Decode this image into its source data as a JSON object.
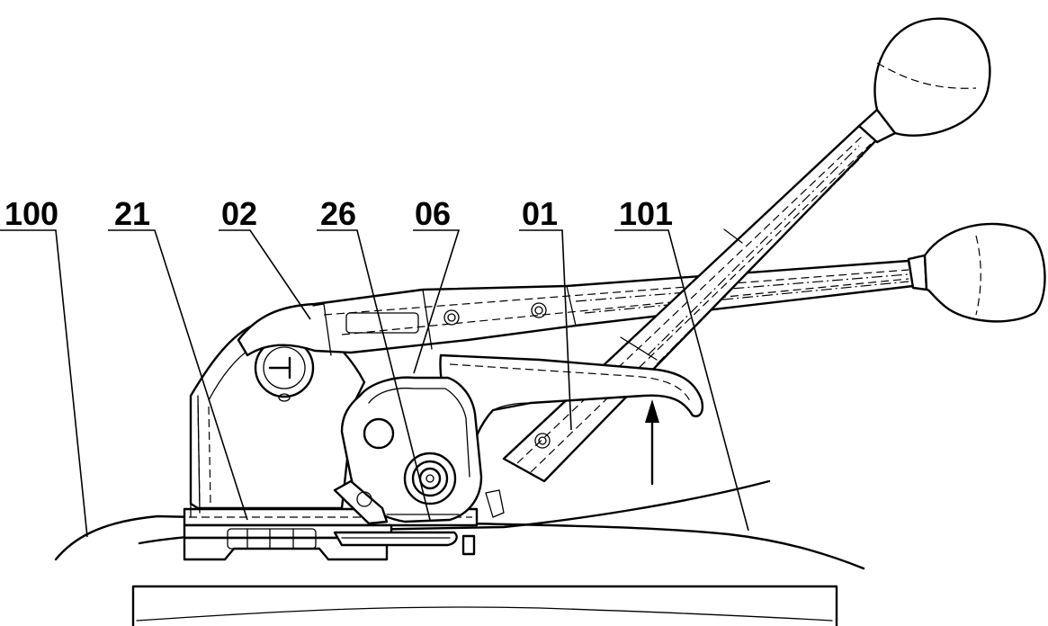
{
  "labels": [
    {
      "id": "100",
      "text": "100"
    },
    {
      "id": "21",
      "text": "21"
    },
    {
      "id": "02",
      "text": "02"
    },
    {
      "id": "26",
      "text": "26"
    },
    {
      "id": "06",
      "text": "06"
    },
    {
      "id": "01",
      "text": "01"
    },
    {
      "id": "101",
      "text": "101"
    }
  ],
  "colors": {
    "ink": "#000000",
    "paper": "#ffffff"
  }
}
